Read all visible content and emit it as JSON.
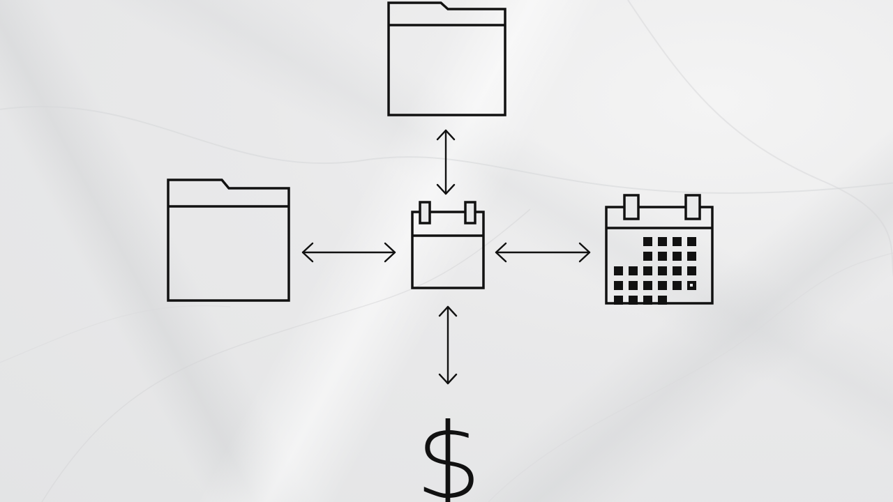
{
  "diagram": {
    "center_node": {
      "icon": "calendar-icon"
    },
    "top_node": {
      "icon": "folder-icon"
    },
    "left_node": {
      "icon": "folder-icon"
    },
    "right_node": {
      "icon": "calendar-grid-icon"
    },
    "bottom_node": {
      "icon": "dollar-icon",
      "symbol": "$"
    },
    "connectors": [
      {
        "from": "center_node",
        "to": "top_node",
        "style": "double-headed-arrow"
      },
      {
        "from": "center_node",
        "to": "left_node",
        "style": "double-headed-arrow"
      },
      {
        "from": "center_node",
        "to": "right_node",
        "style": "double-headed-arrow"
      },
      {
        "from": "center_node",
        "to": "bottom_node",
        "style": "double-headed-arrow"
      }
    ],
    "colors": {
      "stroke": "#111111",
      "background": "#e8e9ea"
    }
  }
}
